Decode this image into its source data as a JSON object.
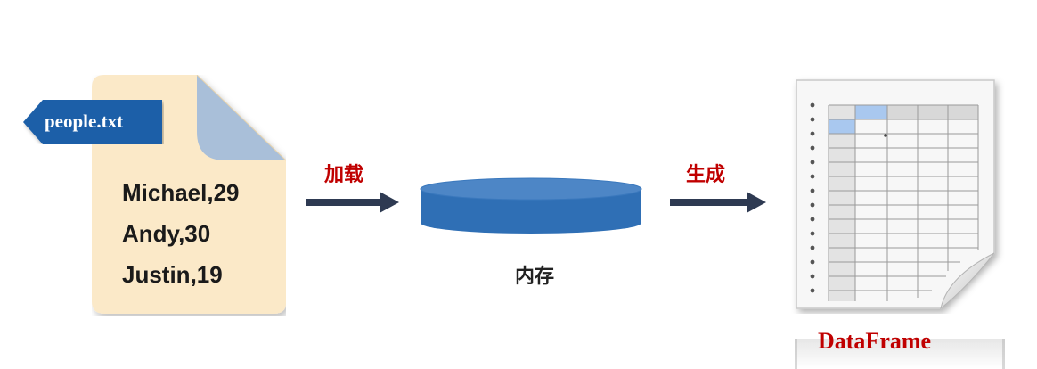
{
  "file": {
    "tag_label": "people.txt",
    "lines": [
      "Michael,29",
      "Andy,30",
      "Justin,19"
    ]
  },
  "arrows": {
    "load_label": "加载",
    "generate_label": "生成"
  },
  "memory": {
    "label": "内存"
  },
  "dataframe": {
    "label": "DataFrame"
  },
  "colors": {
    "file_fill": "#fbe9c8",
    "file_fold": "#a9bfd9",
    "tag_blue": "#1f5fa8",
    "arrow": "#2e3a52",
    "arrow_label": "#c00000",
    "cylinder_body": "#2f6fb5",
    "cylinder_top": "#4d86c6",
    "dataframe_label": "#c00000"
  }
}
